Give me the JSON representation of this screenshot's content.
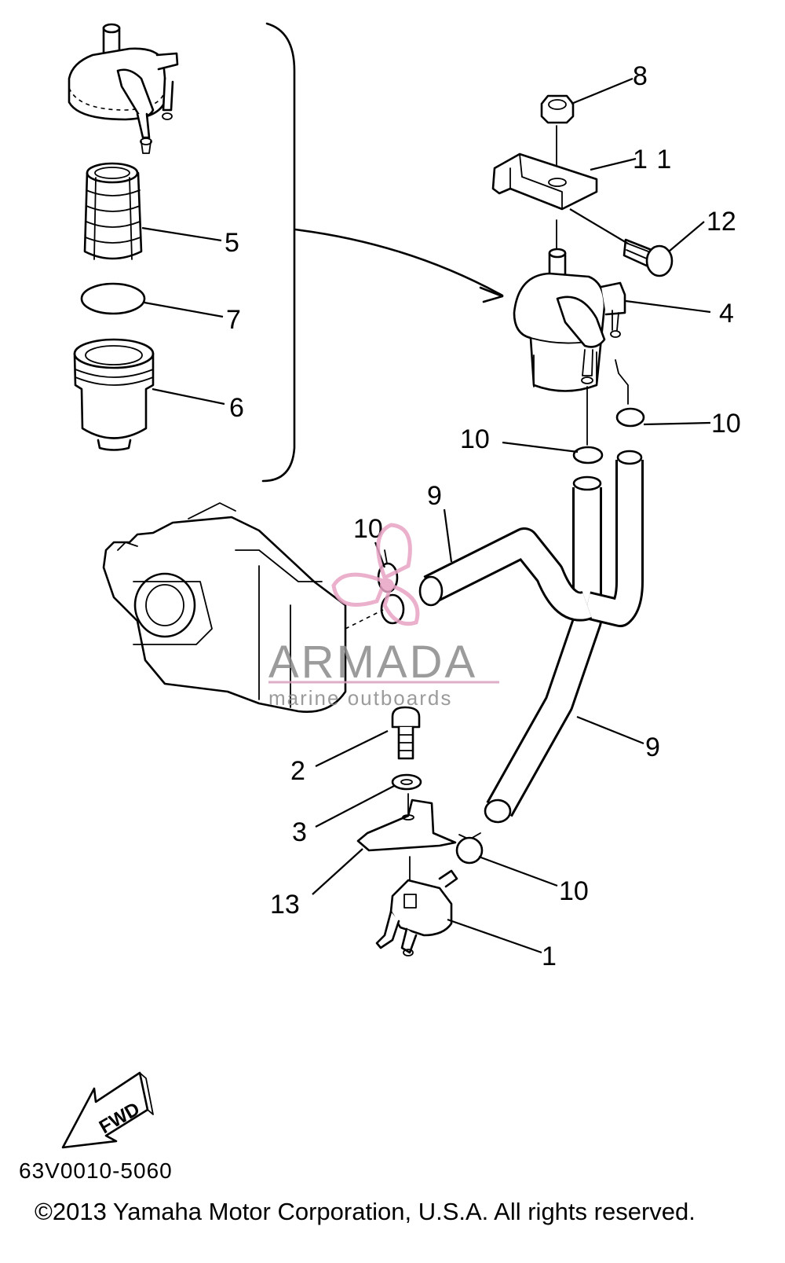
{
  "callouts": [
    "1",
    "2",
    "3",
    "4",
    "5",
    "6",
    "7",
    "8",
    "9",
    "9",
    "10",
    "10",
    "10",
    "10",
    "11",
    "12",
    "13"
  ],
  "fwd_label": "FWD",
  "watermark": {
    "brand": "ARMADA",
    "tagline": "marine outboards",
    "colors": {
      "text": "#8a8a8a",
      "accent": "#e8a3c4",
      "line": "#d9a0bf"
    }
  },
  "diagram_code": "63V0010-5060",
  "copyright": "©2013 Yamaha Motor Corporation, U.S.A. All rights reserved."
}
